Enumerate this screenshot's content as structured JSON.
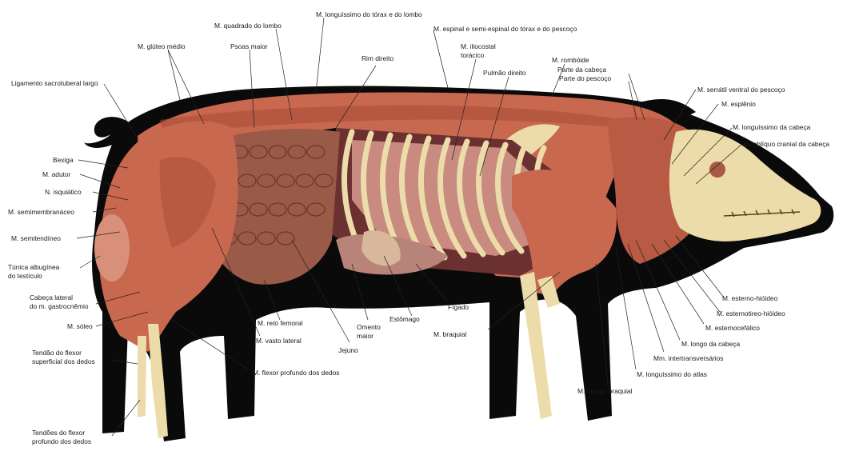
{
  "labels": {
    "quadrado_lombo": "M. quadrado do lombo",
    "longuissimo_torax_lombo": "M. longuíssimo do tórax e do lombo",
    "espinal_semi": "M. espinal e semi-espinal do tórax e do pescoço",
    "gluteo_medio": "M. glúteo médio",
    "psoas_maior": "Psoas maior",
    "rim_direito": "Rim direito",
    "iliocostal_1": "M. iliocostal",
    "iliocostal_2": "torácico",
    "pulmao_direito": "Pulmão direito",
    "romboide": "M. rombóide",
    "parte_cabeca": "Parte da cabeça",
    "parte_pescoco": "Parte do pescoço",
    "ligamento": "Ligamento sacrotuberal largo",
    "serratil": "M. serrátil ventral do pescoço",
    "esplenio": "M. esplênio",
    "longuissimo_cabeca": "M. longuíssimo da cabeça",
    "obliquo": "M. oblíquo cranial da cabeça",
    "bexiga": "Bexiga",
    "adutor": "M. adutor",
    "isquiatico": "N. isquiático",
    "semimembranaceo": "M. semimembranáceo",
    "semitendineo": "M. semitendíneo",
    "tunica_1": "Túnica albugínea",
    "tunica_2": "do testículo",
    "cabeca_lat_1": "Cabeça lateral",
    "cabeca_lat_2": "do m. gastrocnêmio",
    "soleo": "M. sóleo",
    "tendao_sup_1": "Tendão do flexor",
    "tendao_sup_2": "superficial dos dedos",
    "tendoes_prof_1": "Tendões do flexor",
    "tendoes_prof_2": "profundo dos dedos",
    "reto_femoral": "M. reto femoral",
    "vasto_lateral": "M. vasto lateral",
    "flexor_profundo": "M. flexor profundo dos dedos",
    "jejuno": "Jejuno",
    "omento_1": "Omento",
    "omento_2": "maior",
    "estomago": "Estômago",
    "figado": "Fígado",
    "braquial": "M. braquial",
    "biceps": "M. bíceps braquial",
    "longuissimo_atlas": "M. longuíssimo do atlas",
    "intertransversarios": "Mm. intertransversários",
    "longo_cabeca": "M. longo da cabeça",
    "esternocefalico": "M. esternocefálico",
    "esternotireo": "M. esternotireo-hióideo",
    "esterno_hioideo": "M. esterno-hióideo"
  },
  "colors": {
    "silhouette": "#0a0a0a",
    "muscle": "#c8684e",
    "muscle_dark": "#a84a36",
    "bone": "#ecdcaa",
    "intestine": "#9a5a48",
    "organ_dark": "#5e2a2a",
    "liver": "#b8847a"
  }
}
